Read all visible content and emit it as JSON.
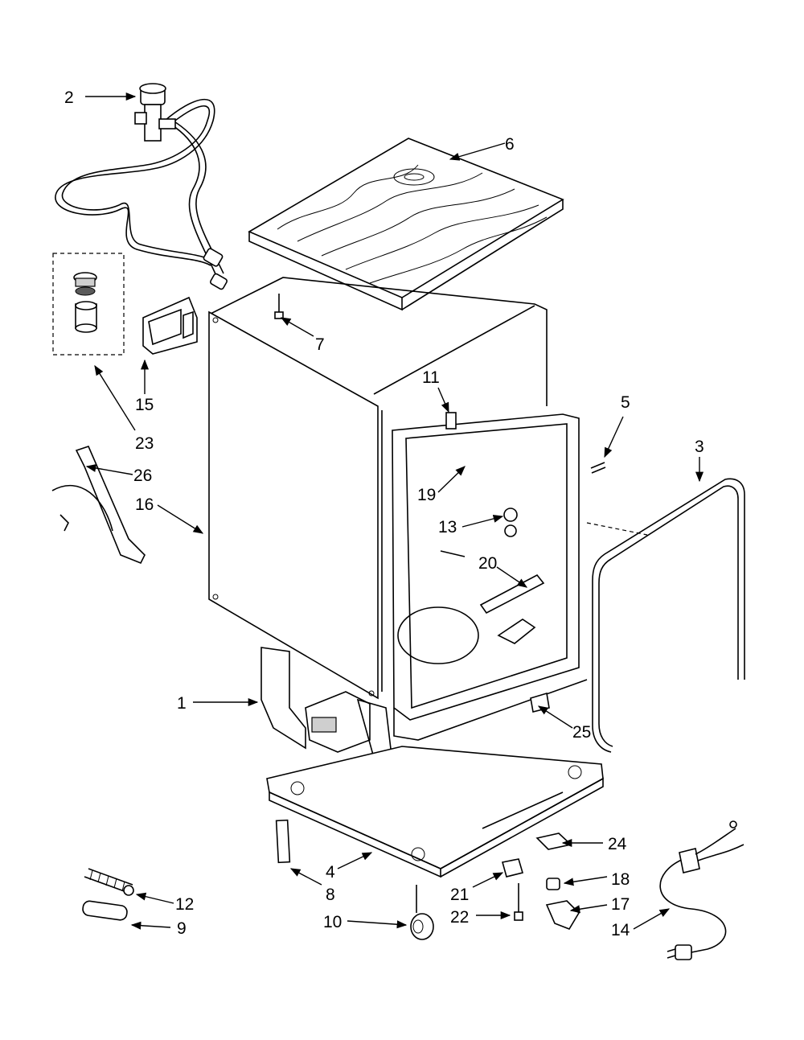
{
  "callouts": [
    {
      "id": "2",
      "label": "2"
    },
    {
      "id": "6",
      "label": "6"
    },
    {
      "id": "7",
      "label": "7"
    },
    {
      "id": "15",
      "label": "15"
    },
    {
      "id": "23",
      "label": "23"
    },
    {
      "id": "11",
      "label": "11"
    },
    {
      "id": "5",
      "label": "5"
    },
    {
      "id": "3",
      "label": "3"
    },
    {
      "id": "26",
      "label": "26"
    },
    {
      "id": "16",
      "label": "16"
    },
    {
      "id": "19",
      "label": "19"
    },
    {
      "id": "13",
      "label": "13"
    },
    {
      "id": "20",
      "label": "20"
    },
    {
      "id": "1",
      "label": "1"
    },
    {
      "id": "25",
      "label": "25"
    },
    {
      "id": "24",
      "label": "24"
    },
    {
      "id": "4",
      "label": "4"
    },
    {
      "id": "8",
      "label": "8"
    },
    {
      "id": "18",
      "label": "18"
    },
    {
      "id": "12",
      "label": "12"
    },
    {
      "id": "21",
      "label": "21"
    },
    {
      "id": "17",
      "label": "17"
    },
    {
      "id": "9",
      "label": "9"
    },
    {
      "id": "10",
      "label": "10"
    },
    {
      "id": "22",
      "label": "22"
    },
    {
      "id": "14",
      "label": "14"
    }
  ]
}
